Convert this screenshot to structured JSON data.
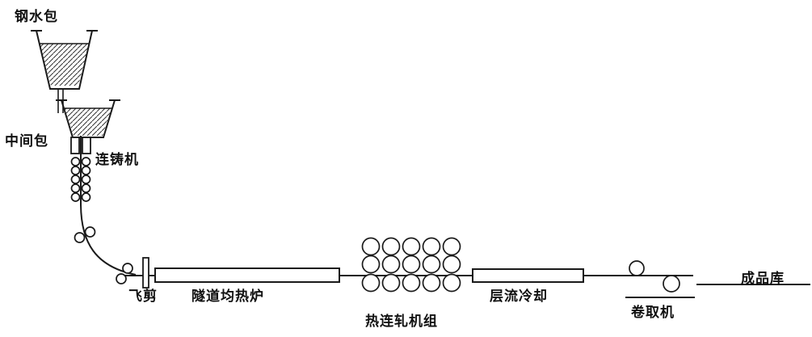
{
  "diagram": {
    "type": "process-flow-diagram",
    "description_labels_count": 9,
    "labels": {
      "ladle": "钢水包",
      "tundish": "中间包",
      "caster": "连铸机",
      "flying_shear": "飞剪",
      "tunnel_furnace": "隧道均热炉",
      "hot_rolling_mill": "热连轧机组",
      "laminar_cooling": "层流冷却",
      "coiler": "卷取机",
      "finished_store": "成品库"
    },
    "colors": {
      "line": "#1a1a1a",
      "background": "#ffffff",
      "text": "#111111"
    }
  }
}
